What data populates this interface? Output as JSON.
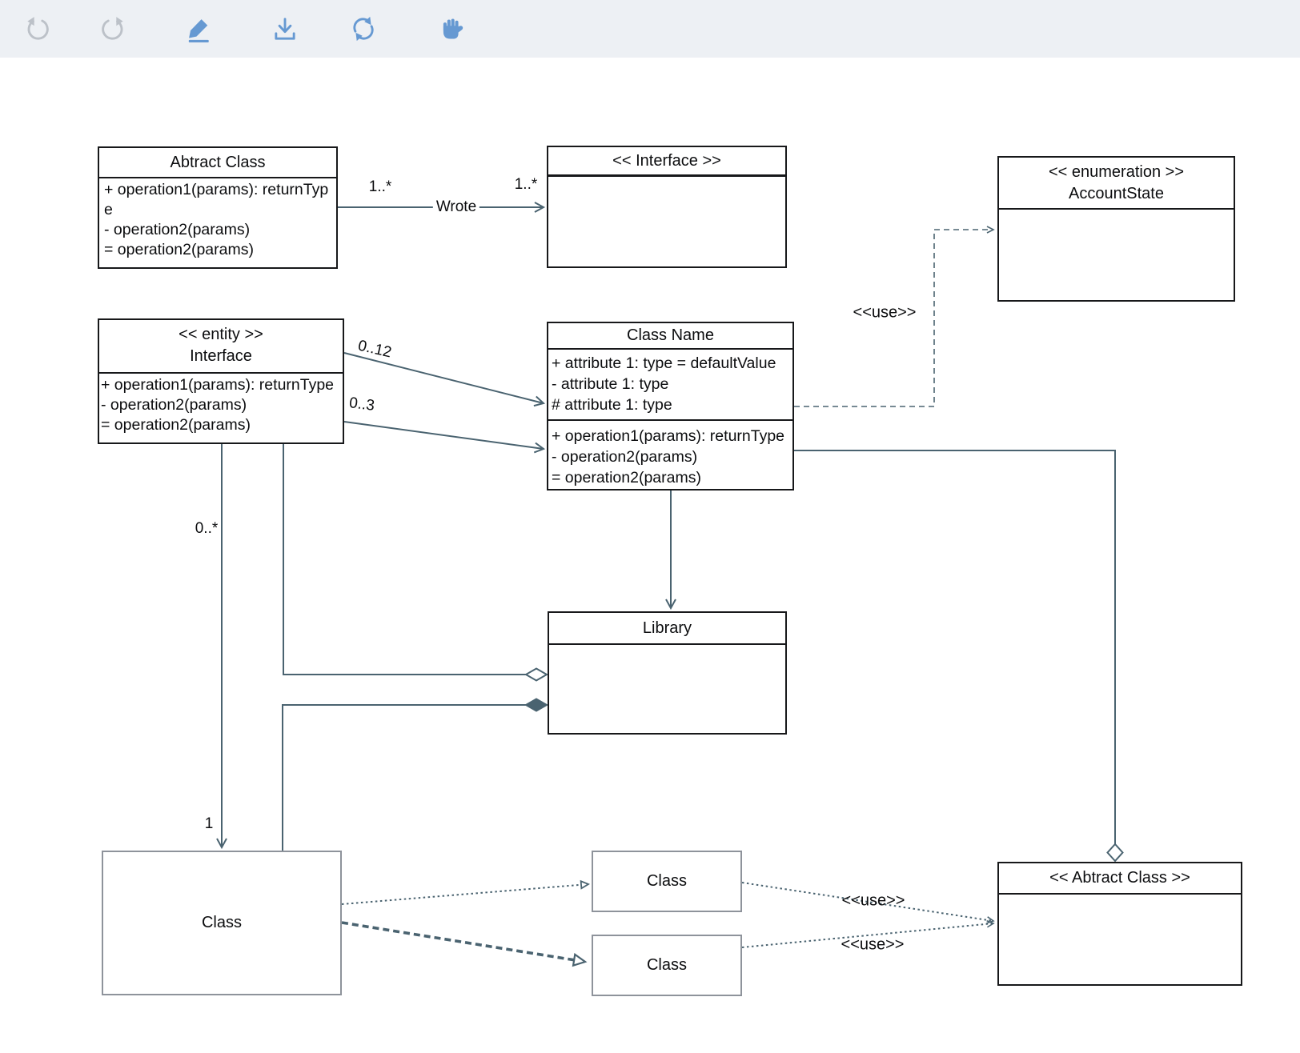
{
  "toolbar": {
    "buttons": [
      {
        "id": "undo",
        "icon": "undo-icon",
        "enabled": false
      },
      {
        "id": "redo",
        "icon": "redo-icon",
        "enabled": false
      },
      {
        "id": "edit",
        "icon": "pencil-icon",
        "enabled": true,
        "active": true
      },
      {
        "id": "download",
        "icon": "download-icon",
        "enabled": true
      },
      {
        "id": "sync",
        "icon": "sync-icon",
        "enabled": true
      },
      {
        "id": "pan",
        "icon": "hand-icon",
        "enabled": true
      }
    ]
  },
  "colors": {
    "accent": "#6699d2",
    "disabled_icon": "#bcc1c8",
    "connector": "#4a6370",
    "border_dark": "#17181a",
    "border_gray": "#8e939b",
    "toolbar_bg": "#edf0f4"
  },
  "diagram": {
    "nodes": {
      "abstract_top": {
        "title": "Abtract Class",
        "operations": [
          "+ operation1(params): returnType",
          "- operation2(params)",
          "= operation2(params)"
        ]
      },
      "interface_top": {
        "title": "<< Interface >>"
      },
      "enumeration": {
        "stereotype": "<< enumeration >>",
        "name": "AccountState"
      },
      "entity_interface": {
        "stereotype": "<< entity >>",
        "name": "Interface",
        "operations": [
          "+ operation1(params): returnType",
          "- operation2(params)",
          "= operation2(params)"
        ]
      },
      "class_name": {
        "title": "Class Name",
        "attributes": [
          "+ attribute 1: type = defaultValue",
          "- attribute 1: type",
          "# attribute 1: type"
        ],
        "operations": [
          "+ operation1(params): returnType",
          "- operation2(params)",
          "= operation2(params)"
        ]
      },
      "library": {
        "title": "Library"
      },
      "class_big": {
        "title": "Class"
      },
      "class_small_top": {
        "title": "Class"
      },
      "class_small_bottom": {
        "title": "Class"
      },
      "abstract_bottom": {
        "title": "<< Abtract Class >>"
      }
    },
    "edge_labels": {
      "wrote": "Wrote",
      "assoc_mult_source": "1..*",
      "assoc_mult_target": "1..*",
      "mult_0_12": "0..12",
      "mult_0_3": "0..3",
      "mult_0_star": "0..*",
      "mult_1": "1",
      "use_enum": "<<use>>",
      "use_top": "<<use>>",
      "use_bottom": "<<use>>"
    }
  }
}
